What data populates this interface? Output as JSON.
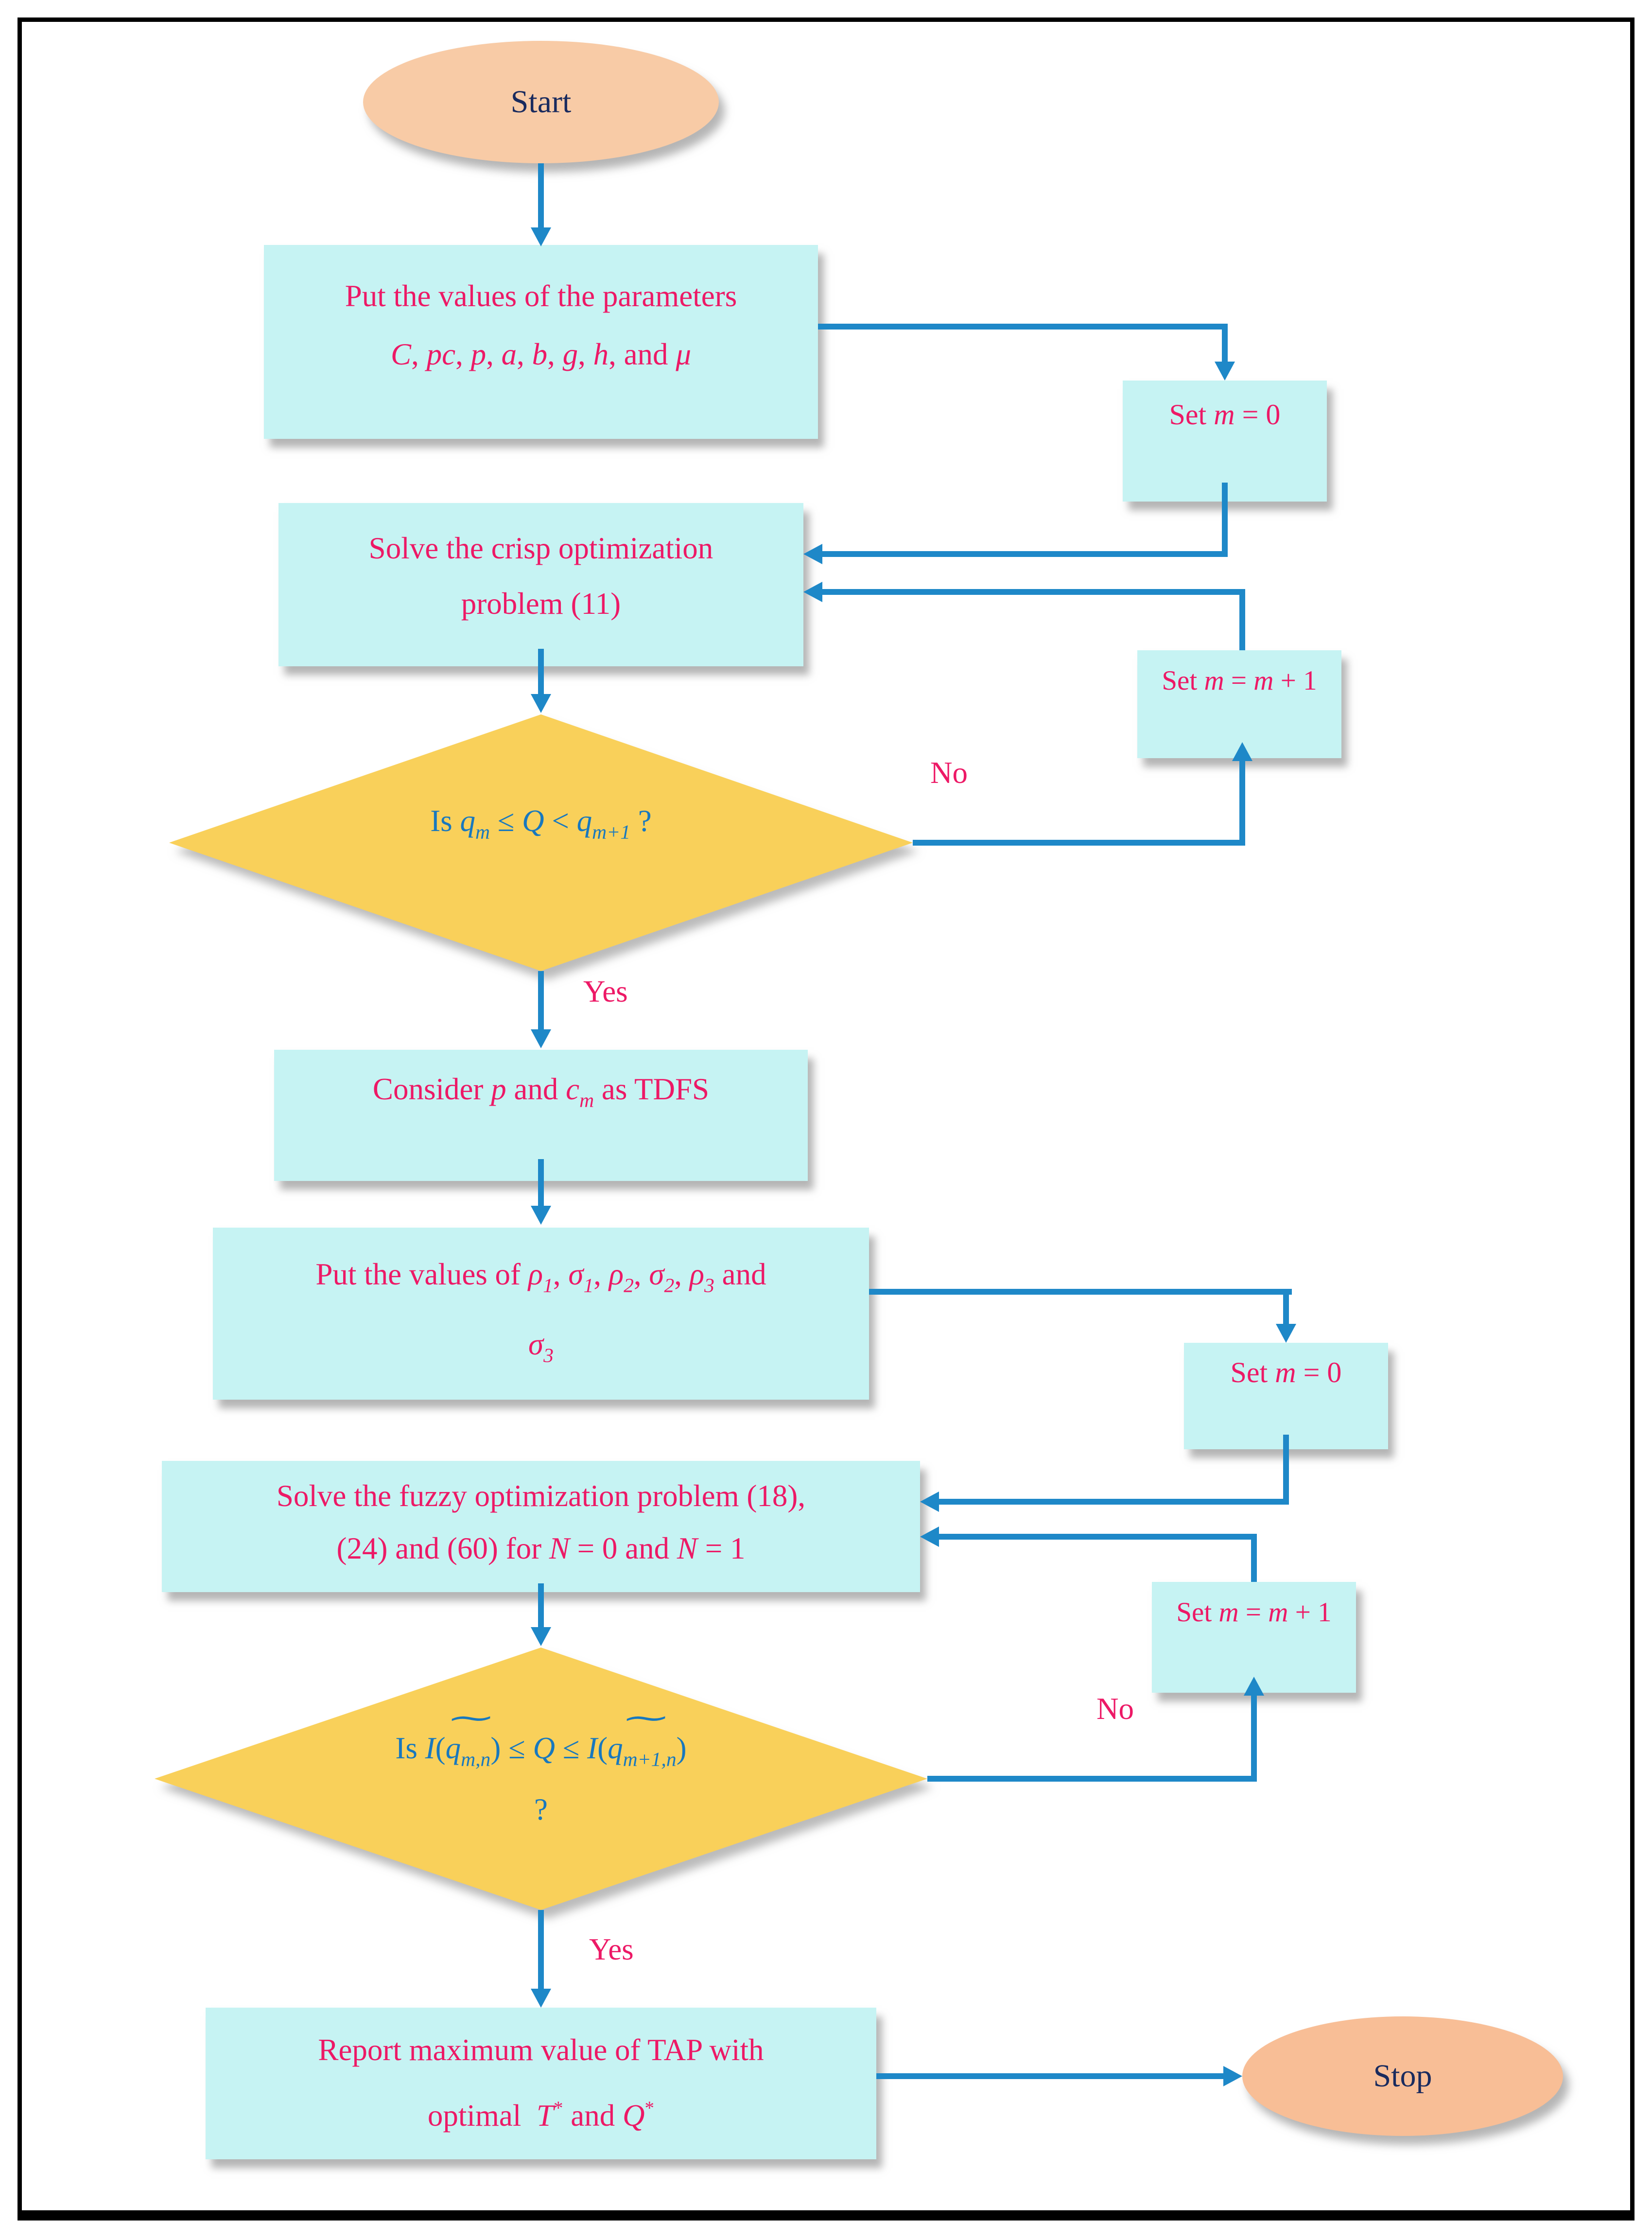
{
  "colors": {
    "border": "#000000",
    "box_fill": "#C6F3F3",
    "diamond_fill": "#F9D05A",
    "start_fill": "#F8CBA6",
    "stop_fill": "#F8BE96",
    "arrow": "#1E88C8",
    "process_text": "#ED1966",
    "decision_text": "#1878BE",
    "terminator_text": "#1A2B5E",
    "label_text": "#ED1966"
  },
  "nodes": {
    "start": {
      "label": "Start"
    },
    "put_params_crisp": {
      "line1": "Put the values of the parameters",
      "line2": "<i>C</i>, <i>pc</i>, <i>p</i>, <i>a</i>, <i>b</i>, <i>g</i>, <i>h</i>, and <i>μ</i>"
    },
    "set_m0_crisp": {
      "label": "Set <i>m</i> = 0"
    },
    "solve_crisp": {
      "line1": "Solve the crisp optimization",
      "line2": "problem (11)"
    },
    "set_minc_crisp": {
      "label": "Set <i>m</i> = <i>m</i> + 1"
    },
    "decision_crisp": {
      "line1": "Is <i>q<sub>m</sub></i> ≤ <i>Q</i> &lt; <i>q<sub>m+1</sub></i> ?"
    },
    "consider": {
      "label": "Consider <i>p</i> and <i>c<sub>m</sub></i> as TDFS"
    },
    "put_params_fuzzy": {
      "line1": "Put the values of <i>ρ<sub>1</sub></i>, <i>σ<sub>1</sub></i>, <i>ρ<sub>2</sub></i>, <i>σ<sub>2</sub></i>, <i>ρ<sub>3</sub></i> and",
      "line2": "<i>σ<sub>3</sub></i>"
    },
    "set_m0_fuzzy": {
      "label": "Set <i>m</i> = 0"
    },
    "solve_fuzzy": {
      "line1": "Solve the fuzzy optimization problem (18),",
      "line2": "(24) and (60) for <i>N</i> = 0 and <i>N</i> = 1"
    },
    "set_minc_fuzzy": {
      "label": "Set <i>m</i> = <i>m</i> + 1"
    },
    "decision_fuzzy": {
      "line1": "Is <i>I</i>(<span class=\"wt\"><span class=\"wtm\">∼</span><i>q<sub>m,n</sub></i></span>) ≤ <i>Q</i> ≤ <i>I</i>(<span class=\"wt\"><span class=\"wtm\">∼</span><i>q<sub>m+1,n</sub></i></span>)",
      "line2": "?"
    },
    "report": {
      "line1": "Report maximum value of TAP with",
      "line2": "optimal&nbsp; <i>T</i><sup>*</sup> and <i>Q</i><sup>*</sup>"
    },
    "stop": {
      "label": "Stop"
    }
  },
  "edge_labels": {
    "no_crisp": "No",
    "yes_crisp": "Yes",
    "no_fuzzy": "No",
    "yes_fuzzy": "Yes"
  }
}
